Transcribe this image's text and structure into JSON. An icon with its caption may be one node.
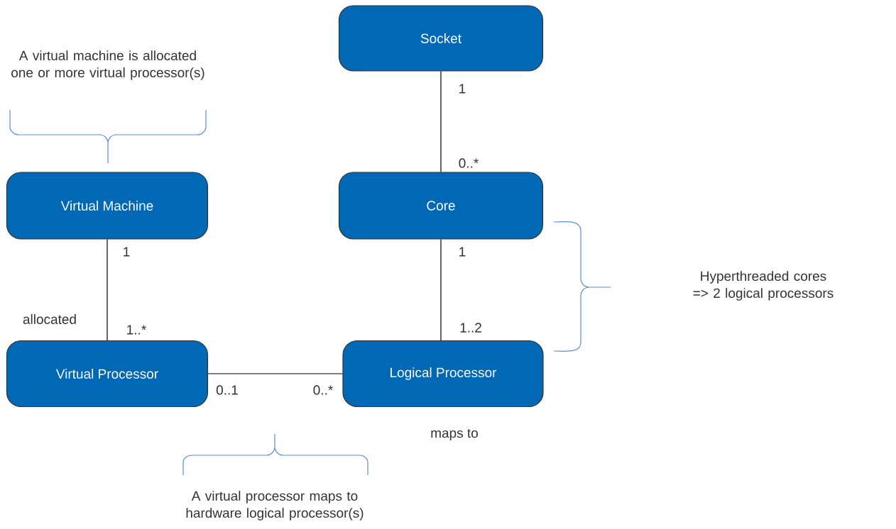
{
  "diagram": {
    "nodes": [
      {
        "text": [
          "Socket"
        ]
      },
      {
        "text": [
          "Virtual Machine"
        ]
      },
      {
        "text": [
          "Core"
        ]
      },
      {
        "text": [
          "Virtual Processor"
        ]
      },
      {
        "text": [
          "Logical Processor"
        ]
      }
    ],
    "edges": [
      {
        "from": 0,
        "to": 2,
        "arrow": "none"
      },
      {
        "from": 1,
        "to": 3,
        "arrow": "none"
      },
      {
        "from": 2,
        "to": 4,
        "arrow": "none"
      },
      {
        "from": 3,
        "to": 4,
        "arrow": "none"
      }
    ],
    "labels": [
      "A virtual machine is allocated one or more virtual processor(s)",
      "1",
      "0..*",
      "1",
      "1",
      "Hyperthreaded cores => 2 logical processors",
      "allocated",
      "1..2",
      "1..*",
      "0..1",
      "0..*",
      "maps to",
      "A virtual processor maps to hardware logical processor(s)"
    ]
  }
}
